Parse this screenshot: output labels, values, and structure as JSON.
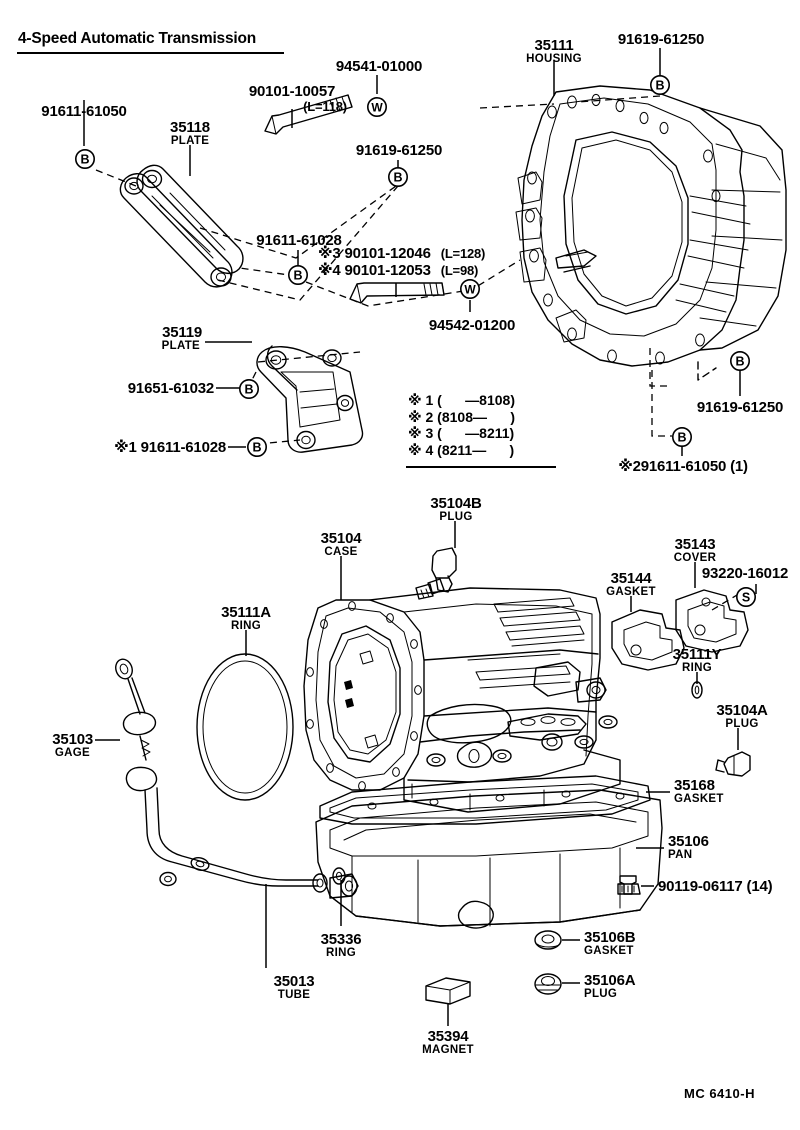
{
  "page": {
    "title": "4-Speed Automatic Transmission",
    "footer_code": "MC  6410-H"
  },
  "legend": {
    "rows": [
      "※ 1 (      —8108)",
      "※ 2 (8108—      )",
      "※ 3 (      —8211)",
      "※ 4 (8211—      )"
    ]
  },
  "upper_assembly": {
    "name": "Transmission housing and mounting plates",
    "parts": [
      {
        "number": "91611-61050",
        "desc": "",
        "marker": "B"
      },
      {
        "number": "35118",
        "desc": "PLATE"
      },
      {
        "number": "90101-10057",
        "desc": "(L=118)"
      },
      {
        "number": "94541-01000",
        "desc": "",
        "marker": "W"
      },
      {
        "number": "91619-61250",
        "desc": "",
        "marker": "B"
      },
      {
        "number": "35111",
        "desc": "HOUSING"
      },
      {
        "number": "91619-61250",
        "desc": "",
        "marker": "B"
      },
      {
        "number": "91611-61028",
        "desc": "",
        "marker": "B"
      },
      {
        "number": "※3 90101-12046",
        "desc": "(L=128)"
      },
      {
        "number": "※4 90101-12053",
        "desc": "(L=98)"
      },
      {
        "number": "94542-01200",
        "desc": "",
        "marker": "W"
      },
      {
        "number": "35119",
        "desc": "PLATE"
      },
      {
        "number": "91651-61032",
        "desc": "",
        "marker": "B"
      },
      {
        "number": "※1 91611-61028",
        "desc": "",
        "marker": "B"
      },
      {
        "number": "91619-61250",
        "desc": "",
        "marker": "B"
      },
      {
        "number": "※291611-61050 (1)",
        "desc": "",
        "marker": "B"
      }
    ]
  },
  "lower_assembly": {
    "name": "Transmission case, oil pan and dipstick",
    "parts": [
      {
        "number": "35104B",
        "desc": "PLUG"
      },
      {
        "number": "35104",
        "desc": "CASE"
      },
      {
        "number": "35143",
        "desc": "COVER"
      },
      {
        "number": "35144",
        "desc": "GASKET"
      },
      {
        "number": "93220-16012",
        "desc": "",
        "marker": "S"
      },
      {
        "number": "35111A",
        "desc": "RING"
      },
      {
        "number": "35111Y",
        "desc": "RING"
      },
      {
        "number": "35104A",
        "desc": "PLUG"
      },
      {
        "number": "35103",
        "desc": "GAGE"
      },
      {
        "number": "35168",
        "desc": "GASKET"
      },
      {
        "number": "35106",
        "desc": "PAN"
      },
      {
        "number": "90119-06117 (14)",
        "desc": ""
      },
      {
        "number": "35336",
        "desc": "RING"
      },
      {
        "number": "35013",
        "desc": "TUBE"
      },
      {
        "number": "35394",
        "desc": "MAGNET"
      },
      {
        "number": "35106B",
        "desc": "GASKET"
      },
      {
        "number": "35106A",
        "desc": "PLUG"
      }
    ]
  },
  "labels": {
    "u_91611_61050": "91611-61050",
    "u_35118": "35118",
    "u_35118_sub": "PLATE",
    "u_90101_10057": "90101-10057",
    "u_90101_10057_len": "(L=118)",
    "u_94541_01000": "94541-01000",
    "u_91619_61250_a": "91619-61250",
    "u_35111": "35111",
    "u_35111_sub": "HOUSING",
    "u_91619_61250_b": "91619-61250",
    "u_91611_61028": "91611-61028",
    "u_90101_12046": "※3 90101-12046",
    "u_90101_12046_len": "(L=128)",
    "u_90101_12053": "※4 90101-12053",
    "u_90101_12053_len": "(L=98)",
    "u_94542_01200": "94542-01200",
    "u_35119": "35119",
    "u_35119_sub": "PLATE",
    "u_91651_61032": "91651-61032",
    "u_91611_61028_m1": "※1 91611-61028",
    "u_91619_61250_c": "91619-61250",
    "u_91611_61050_m2": "※291611-61050 (1)",
    "l_35104B": "35104B",
    "l_35104B_sub": "PLUG",
    "l_35104": "35104",
    "l_35104_sub": "CASE",
    "l_35143": "35143",
    "l_35143_sub": "COVER",
    "l_35144": "35144",
    "l_35144_sub": "GASKET",
    "l_93220_16012": "93220-16012",
    "l_35111A": "35111A",
    "l_35111A_sub": "RING",
    "l_35111Y": "35111Y",
    "l_35111Y_sub": "RING",
    "l_35104A": "35104A",
    "l_35104A_sub": "PLUG",
    "l_35103": "35103",
    "l_35103_sub": "GAGE",
    "l_35168": "35168",
    "l_35168_sub": "GASKET",
    "l_35106": "35106",
    "l_35106_sub": "PAN",
    "l_90119_06117": "90119-06117 (14)",
    "l_35336": "35336",
    "l_35336_sub": "RING",
    "l_35013": "35013",
    "l_35013_sub": "TUBE",
    "l_35394": "35394",
    "l_35394_sub": "MAGNET",
    "l_35106B": "35106B",
    "l_35106B_sub": "GASKET",
    "l_35106A": "35106A",
    "l_35106A_sub": "PLUG"
  },
  "markers": {
    "bolt_B": "B",
    "washer_W": "W",
    "screw_S": "S"
  }
}
